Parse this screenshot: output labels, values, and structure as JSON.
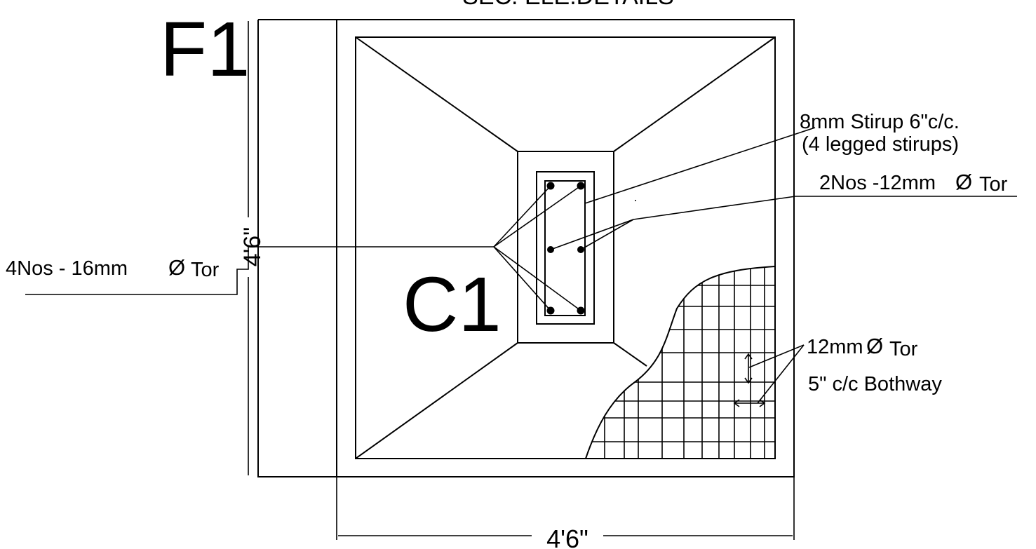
{
  "drawing": {
    "header_partial": "SEC. ELE.DETAILS",
    "footing_mark": "F1",
    "column_mark": "C1",
    "dim_vertical": "4'6\"",
    "dim_horizontal": "4'6\"",
    "callouts": {
      "stirrup_line1": "8mm Stirup 6\"c/c.",
      "stirrup_line2": "(4 legged stirups)",
      "middle_bars_prefix": "2Nos -12mm",
      "middle_bars_symbol": "Ø",
      "middle_bars_suffix": "Tor",
      "main_bars_prefix": "4Nos - 16mm",
      "main_bars_symbol": "Ø",
      "main_bars_suffix": "Tor",
      "mesh_line1_prefix": "12mm",
      "mesh_line1_symbol": "Ø",
      "mesh_line1_suffix": "Tor",
      "mesh_line2": "5\" c/c Bothway"
    }
  }
}
